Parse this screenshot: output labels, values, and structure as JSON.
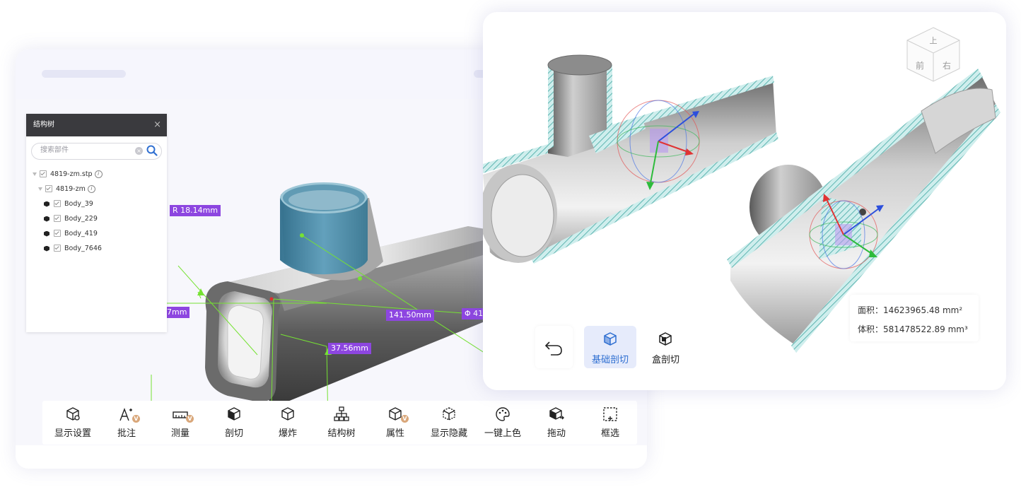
{
  "structure_tree": {
    "title": "结构树",
    "close": "×",
    "search_placeholder": "搜索部件",
    "items": [
      {
        "label": "4819-zm.stp"
      },
      {
        "label": "4819-zm"
      },
      {
        "label": "Body_39"
      },
      {
        "label": "Body_229"
      },
      {
        "label": "Body_419"
      },
      {
        "label": "Body_7646"
      }
    ]
  },
  "measurements": {
    "radius": "R 18.14mm",
    "width_partial": "7mm",
    "length": "141.50mm",
    "diameter_partial": "Φ 41.",
    "height": "37.56mm"
  },
  "toolbar": {
    "items": [
      {
        "label": "显示设置",
        "icon": "display-settings-icon"
      },
      {
        "label": "批注",
        "icon": "annotation-icon",
        "badge": "V"
      },
      {
        "label": "测量",
        "icon": "measure-ruler-icon",
        "badge": "V"
      },
      {
        "label": "剖切",
        "icon": "section-cut-icon"
      },
      {
        "label": "爆炸",
        "icon": "explode-icon"
      },
      {
        "label": "结构树",
        "icon": "structure-tree-icon"
      },
      {
        "label": "属性",
        "icon": "properties-icon",
        "badge": "V"
      },
      {
        "label": "显示隐藏",
        "icon": "show-hide-icon"
      },
      {
        "label": "一键上色",
        "icon": "palette-icon"
      },
      {
        "label": "拖动",
        "icon": "drag-icon"
      },
      {
        "label": "框选",
        "icon": "box-select-icon"
      }
    ]
  },
  "section_view": {
    "view_cube": {
      "top": "上",
      "front": "前",
      "right": "右"
    },
    "area": "面积：14623965.48 mm²",
    "volume": "体积：581478522.89 mm³",
    "buttons": {
      "undo": "undo-icon",
      "basic_cut": "基础剖切",
      "box_cut": "盒剖切"
    }
  },
  "colors": {
    "accent_blue": "#2f6fd1",
    "measure_purple": "#8d46e0",
    "hatch_teal": "#7fc7c4",
    "guide_green": "#76e233"
  }
}
